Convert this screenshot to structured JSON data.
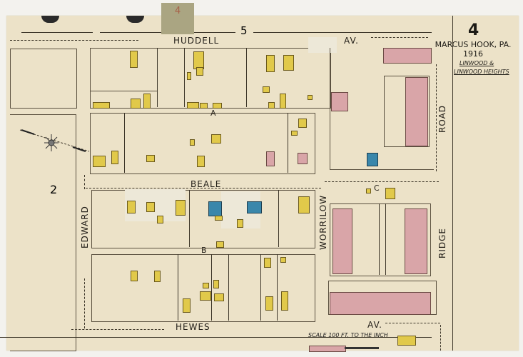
{
  "map": {
    "sheet_number": "4",
    "adjacent_sheet_top": "5",
    "adjacent_sheet_left": "2",
    "tab_label": "4",
    "location": "MARCUS HOOK, PA.",
    "year": "1916",
    "district_line1": "LINWOOD &",
    "district_line2": "LINWOOD HEIGHTS",
    "scale_text": "SCALE 100 FT. TO THE INCH",
    "compass": "north-arrow-icon"
  },
  "streets": {
    "huddell": "HUDDELL",
    "av_top": "AV.",
    "beale": "BEALE",
    "hewes": "HEWES",
    "av_bottom": "AV.",
    "edward": "EDWARD",
    "worrilow": "WORRILOW",
    "road": "ROAD",
    "ridge": "RIDGE",
    "block_a": "A",
    "block_b": "B",
    "block_c": "C"
  },
  "legend_colors": {
    "frame_dwelling": "#e1c94a",
    "brick": "#d9a5a8",
    "stone_or_special": "#3a87ab",
    "paper": "#ece2c8"
  }
}
